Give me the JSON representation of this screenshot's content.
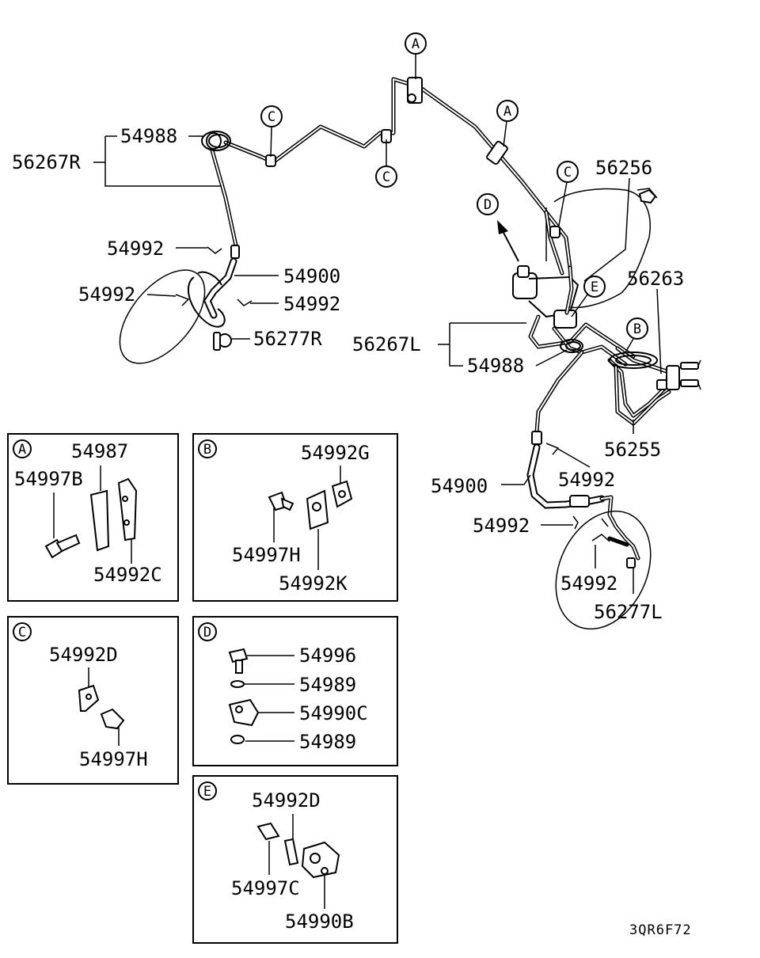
{
  "callouts": {
    "a_top": "A",
    "a_right": "A",
    "b_main": "B",
    "c_left": "C",
    "c_mid": "C",
    "c_right": "C",
    "d_main": "D",
    "e_main": "E"
  },
  "labels": {
    "p54988_top": "54988",
    "p56267R": "56267R",
    "p54992_r1": "54992",
    "p54992_r2": "54992",
    "p54900_r": "54900",
    "p54992_r3": "54992",
    "p56277R": "56277R",
    "p56256": "56256",
    "p56263": "56263",
    "p56267L": "56267L",
    "p54988_l": "54988",
    "p56255": "56255",
    "p54900_l": "54900",
    "p54992_l1": "54992",
    "p54992_l2": "54992",
    "p54992_l3": "54992",
    "p56277L": "56277L"
  },
  "detail_a": {
    "tag": "A",
    "p54987": "54987",
    "p54997B": "54997B",
    "p54992C": "54992C"
  },
  "detail_b": {
    "tag": "B",
    "p54992G": "54992G",
    "p54997H": "54997H",
    "p54992K": "54992K"
  },
  "detail_c": {
    "tag": "C",
    "p54992D": "54992D",
    "p54997H": "54997H"
  },
  "detail_d": {
    "tag": "D",
    "p54996": "54996",
    "p54989_a": "54989",
    "p54990C": "54990C",
    "p54989_b": "54989"
  },
  "detail_e": {
    "tag": "E",
    "p54992D": "54992D",
    "p54997C": "54997C",
    "p54990B": "54990B"
  },
  "diagram_code": "3QR6F72"
}
